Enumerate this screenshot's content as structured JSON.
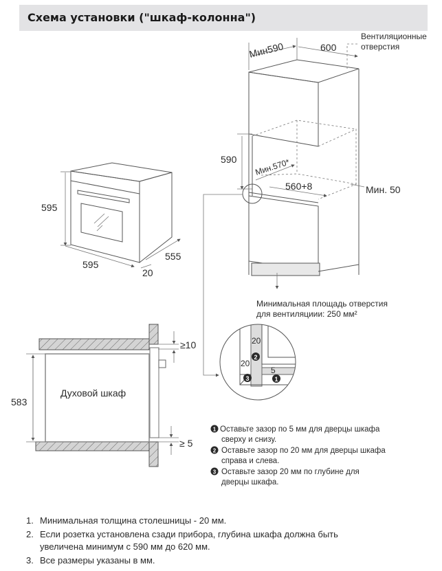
{
  "header": {
    "title": "Схема установки (\"шкаф-колонна\")"
  },
  "column_diagram": {
    "min_width": "Мин590",
    "width": "600",
    "vent_label_line1": "Вентиляционные",
    "vent_label_line2": "отверстия",
    "niche_height": "590",
    "min_depth": "Мин.570*",
    "niche_width": "560+8",
    "min_gap": "Мин. 50",
    "vent_area_line1": "Минимальная площадь отверстия",
    "vent_area_line2": "для вентиляциии: 250 мм²"
  },
  "oven_diagram": {
    "height": "595",
    "width": "595",
    "depth": "555",
    "door_depth": "20"
  },
  "section_diagram": {
    "oven_label": "Духовой шкаф",
    "height": "583",
    "top_gap": "≥10",
    "bottom_gap": "≥ 5"
  },
  "detail": {
    "gap_side": "20",
    "gap_depth": "20",
    "gap_top": "5",
    "markers": [
      "1",
      "2",
      "3"
    ]
  },
  "legend": [
    {
      "num": "1",
      "line1": " Оставьте зазор по 5 мм для дверцы шкафа",
      "line2": "сверху и снизу."
    },
    {
      "num": "2",
      "line1": "Оставьте зазор по 20 мм для дверцы шкафа",
      "line2": "справа и слева."
    },
    {
      "num": "3",
      "line1": "Оставьте зазор 20 мм по глубине для",
      "line2": "дверцы шкафа."
    }
  ],
  "notes": [
    {
      "num": "1.",
      "text": "Минимальная толщина столешницы - 20 мм."
    },
    {
      "num": "2.",
      "text": "Если розетка установлена сзади прибора, глубина шкафа должна быть увеличена минимум с 590 мм до 620 мм."
    },
    {
      "num": "3.",
      "text": "Все размеры указаны в мм."
    }
  ],
  "colors": {
    "header_bg": "#e3e3e5",
    "hatch_fill": "#d0d0d0",
    "line": "#555555"
  }
}
